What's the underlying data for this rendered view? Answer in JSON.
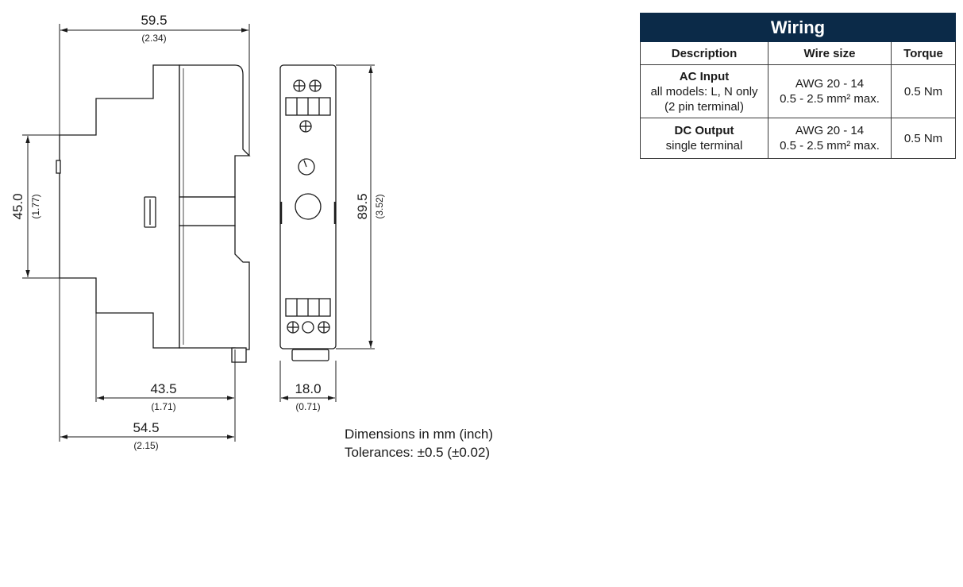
{
  "drawing": {
    "dims": {
      "total_width_mm": "59.5",
      "total_width_in": "(2.34)",
      "rail_height_mm": "45.0",
      "rail_height_in": "(1.77)",
      "depth_mm": "43.5",
      "depth_in": "(1.71)",
      "body_width_mm": "54.5",
      "body_width_in": "(2.15)",
      "height_mm": "89.5",
      "height_in": "(3.52)",
      "front_width_mm": "18.0",
      "front_width_in": "(0.71)"
    },
    "note": {
      "line1": "Dimensions in mm (inch)",
      "line2": "Tolerances: ±0.5 (±0.02)"
    }
  },
  "wiring": {
    "title": "Wiring",
    "headers": [
      "Description",
      "Wire size",
      "Torque"
    ],
    "rows": [
      {
        "name": "AC Input",
        "desc1": "all models: L, N only",
        "desc2": "(2 pin terminal)",
        "size1": "AWG 20 - 14",
        "size2": "0.5 - 2.5 mm² max.",
        "torque": "0.5 Nm"
      },
      {
        "name": "DC Output",
        "desc1": "single terminal",
        "size1": "AWG 20 - 14",
        "size2": "0.5 - 2.5 mm² max.",
        "torque": "0.5 Nm"
      }
    ]
  }
}
